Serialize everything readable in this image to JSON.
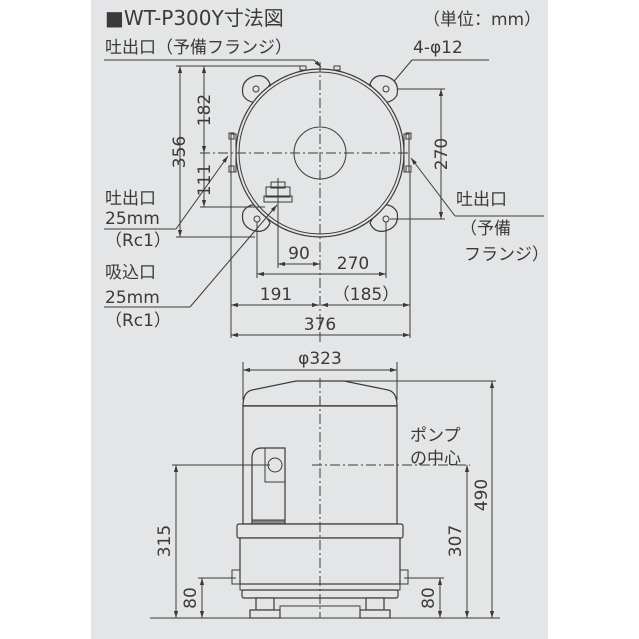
{
  "title": "■WT-P300Y寸法図",
  "unit": "（単位：mm）",
  "colors": {
    "panel_background": "#e4e5e6",
    "page_background": "#ffffff",
    "line": "#3a3a3a"
  },
  "top_view": {
    "labels": {
      "discharge_spare_top": "吐出口（予備フランジ）",
      "bolt_holes": "4-φ12",
      "discharge_left_line1": "吐出口",
      "discharge_left_line2": "25mm",
      "discharge_left_line3": "（Rc1）",
      "suction_line1": "吸込口",
      "suction_line2": "25mm",
      "suction_line3": "（Rc1）",
      "discharge_spare_right_line1": "吐出口",
      "discharge_spare_right_line2": "（予備",
      "discharge_spare_right_line3": "フランジ）"
    },
    "dimensions": {
      "d182": "182",
      "d356": "356",
      "d111": "111",
      "d270_vertical": "270",
      "d90": "90",
      "d270_horizontal": "270",
      "d191": "191",
      "d185": "（185）",
      "d376": "376"
    }
  },
  "side_view": {
    "labels": {
      "pump_center_line1": "ポンプ",
      "pump_center_line2": "の中心"
    },
    "dimensions": {
      "diameter": "φ323",
      "d315": "315",
      "d80_left": "80",
      "d490": "490",
      "d307": "307",
      "d80_right": "80"
    }
  }
}
